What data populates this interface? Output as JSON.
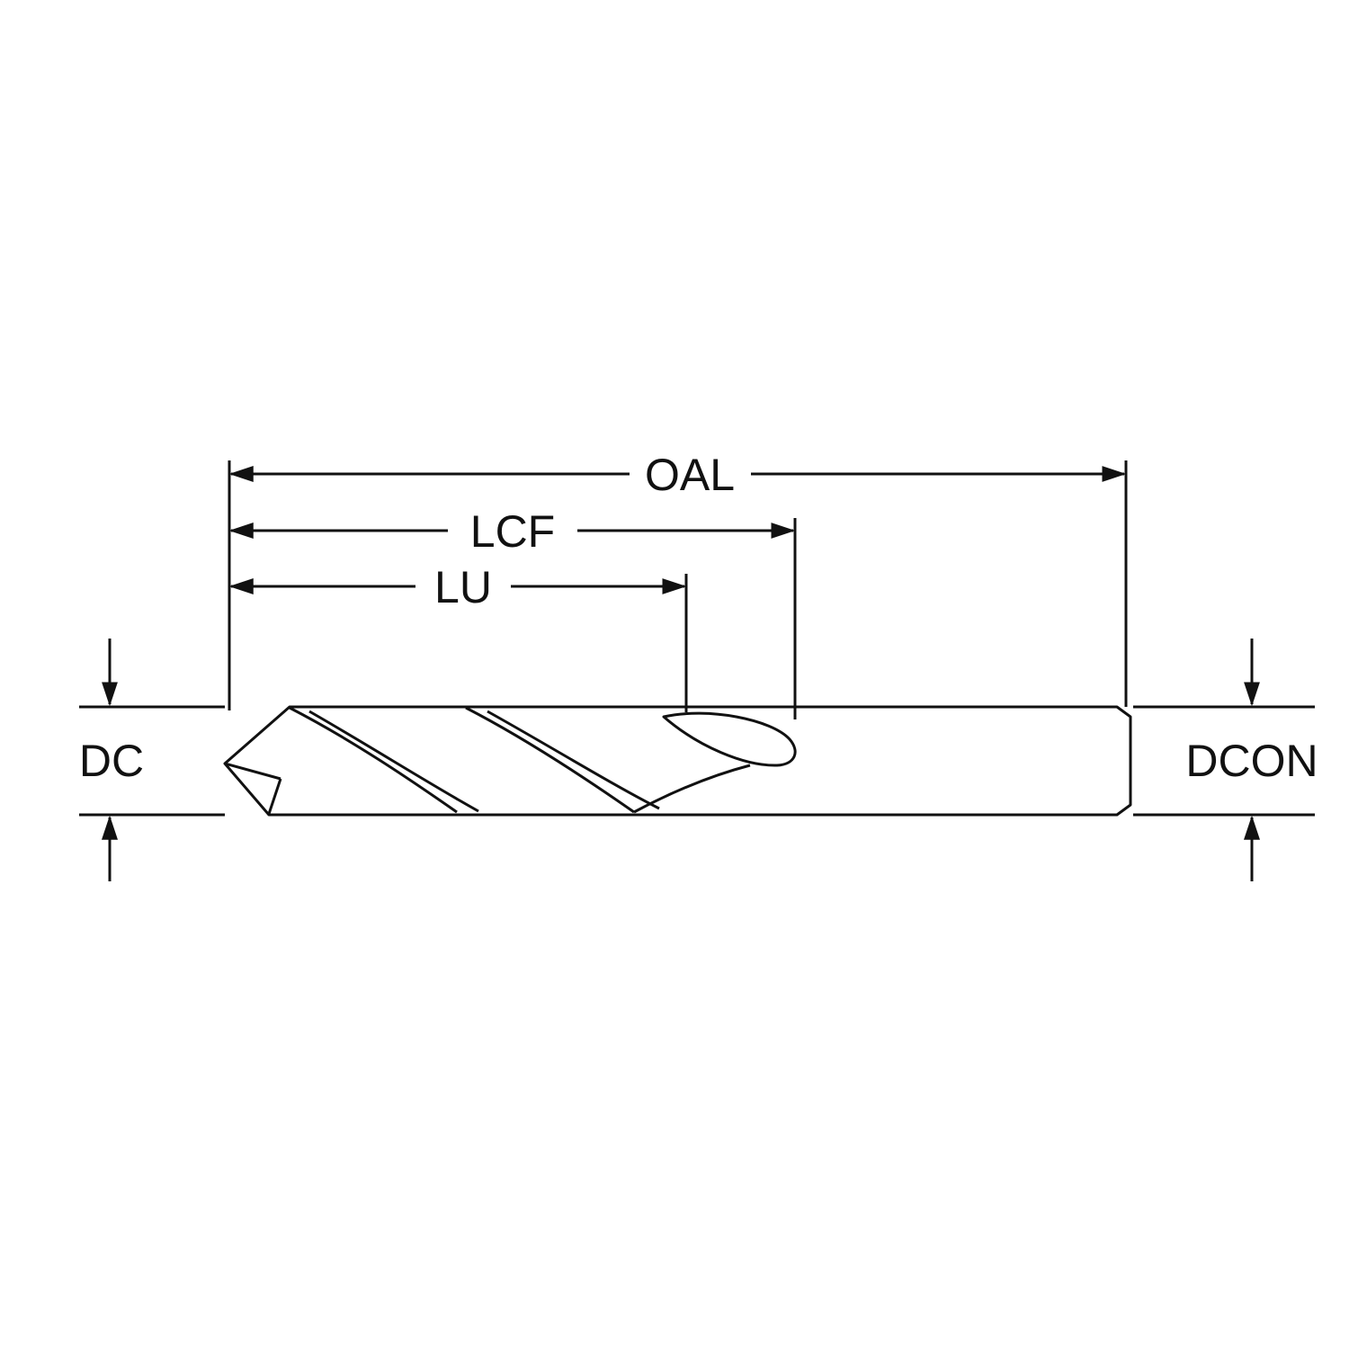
{
  "diagram": {
    "labels": {
      "oal": "OAL",
      "lcf": "LCF",
      "lu": "LU",
      "dc": "DC",
      "dcon": "DCON"
    },
    "colors": {
      "line": "#111111",
      "background": "#ffffff"
    }
  }
}
